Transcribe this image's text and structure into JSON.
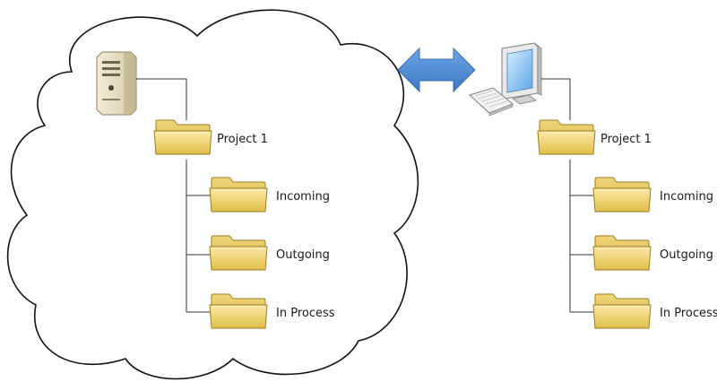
{
  "colors": {
    "folder_fill": "#f2d77a",
    "folder_edge": "#9a7b24",
    "arrow": "#4a86d0",
    "cloud_stroke": "#111111",
    "tree_line": "#333333"
  },
  "server_tree": {
    "root_label": "Project 1",
    "children": [
      {
        "label": "Incoming"
      },
      {
        "label": "Outgoing"
      },
      {
        "label": "In Process"
      }
    ]
  },
  "client_tree": {
    "root_label": "Project 1",
    "children": [
      {
        "label": "Incoming"
      },
      {
        "label": "Outgoing"
      },
      {
        "label": "In Process"
      }
    ]
  },
  "icons": {
    "server": "server-icon",
    "workstation": "workstation-icon",
    "sync": "double-arrow-icon"
  }
}
